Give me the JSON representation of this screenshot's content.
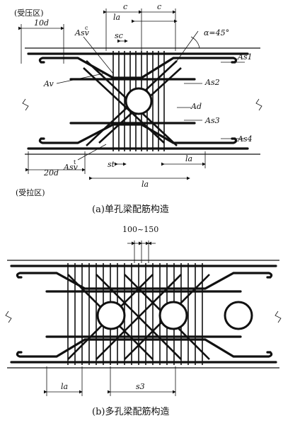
{
  "figure_a": {
    "caption": "(a)单孔梁配筋构造",
    "zone_top": "(受压区)",
    "zone_bottom": "(受拉区)",
    "dim_10d": "10d",
    "dim_20d": "20d",
    "dim_c1": "c",
    "dim_c2": "c",
    "dim_la_top": "la",
    "dim_sc": "sc",
    "dim_st": "st",
    "dim_la_mid": "la",
    "dim_la_bot": "la",
    "angle": "α=45°",
    "labels": {
      "Asv_c": "Asv",
      "Asv_c_sup": "c",
      "Asv_t": "Asv",
      "Asv_t_sup": "t",
      "Av": "Av",
      "As1": "As1",
      "As2": "As2",
      "Ad": "Ad",
      "As3": "As3",
      "As4": "As4"
    }
  },
  "figure_b": {
    "caption": "(b)多孔梁配筋构造",
    "spacing": "100~150",
    "dim_la": "la",
    "dim_s3": "s3"
  }
}
